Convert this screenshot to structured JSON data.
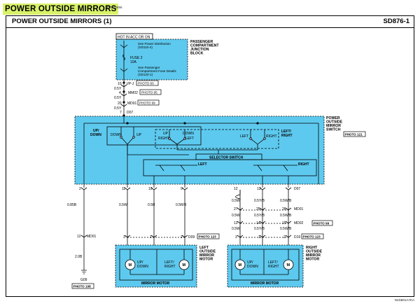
{
  "page_title": "POWER OUTSIDE MIRRORS",
  "doc_code": "E7ZC0886",
  "header": {
    "title": "POWER OUTSIDE MIRRORS (1)",
    "code": "SD876-1"
  },
  "footer_code": "N2SB01A7KA",
  "fuse_box": {
    "hot_label": "HOT IN ACC OR ON",
    "dist_note_1": "See Power Distribution",
    "dist_note_2": "(SD110-4)",
    "fuse_name": "FUSE 2",
    "fuse_rating": "10A",
    "detail_note_1": "See Passenger",
    "detail_note_2": "Compartment Fuse Details",
    "detail_note_3": "(SD120-1)",
    "title_1": "PASSENGER",
    "title_2": "COMPARTMENT",
    "title_3": "JUNCTION",
    "title_4": "BLOCK"
  },
  "feed": {
    "pin_ipj": "10",
    "conn_ipj": "I/P-J",
    "photo_ipj": "PHOTO 60",
    "wire_1": "0.5Y",
    "pin_mm02": "4",
    "conn_mm02": "MM02",
    "photo_mm02": "PHOTO 95",
    "wire_2": "0.5Y",
    "pin_md01": "20",
    "conn_md01": "MD01",
    "photo_md01": "PHOTO 99",
    "wire_3": "0.5Y",
    "pin_d07": "7",
    "conn_d07": "D07"
  },
  "switch": {
    "title_1": "POWER",
    "title_2": "OUTSIDE",
    "title_3": "MIRROR",
    "title_4": "SWITCH",
    "photo": "PHOTO 121",
    "updown_1": "UP/",
    "updown_2": "DOWN",
    "down": "DOWN",
    "up": "UP",
    "up2": "UP",
    "down2": "DOWN",
    "right_a": "RIGHT",
    "left_a": "LEFT",
    "left_b": "LEFT",
    "right_b": "RIGHT",
    "lr_1": "LEFT/",
    "lr_2": "RIGHT",
    "selector": "SELECTOR SWITCH",
    "sel_left": "LEFT",
    "sel_right": "RIGHT"
  },
  "switch_pins": {
    "p2": "2",
    "p11": "11",
    "p10": "10",
    "p9": "9",
    "p12": "12",
    "p13": "13",
    "conn": "D07"
  },
  "ground_path": {
    "wire": "0.85B",
    "pin": "12",
    "conn": "MD01",
    "wire2": "2.0B",
    "ground": "G09",
    "photo": "PHOTO 108"
  },
  "left_wires": {
    "w1": "0.5W",
    "w2": "0.5R",
    "w3": "0.5R/B",
    "pin_3": "3",
    "pin_1": "1",
    "pin_2": "2",
    "conn": "D09",
    "photo": "PHOTO 123"
  },
  "right_wires": {
    "w1a": "0.5W",
    "w2a": "0.5Y/B",
    "w3a": "0.5W/B",
    "pin_27": "27",
    "pin_25": "25",
    "pin_26": "26",
    "conn_md01": "MD01",
    "w1b": "0.5W",
    "w2b": "0.5Y/B",
    "w3b": "0.5W/B",
    "pin_13": "13",
    "pin_14": "14",
    "pin_15": "15",
    "conn_md02": "MD02",
    "photo_md02": "PHOTO 99",
    "w1c": "0.5W",
    "w2c": "0.5Y/B",
    "w3c": "0.5W/B",
    "pin_3": "3",
    "pin_1": "1",
    "pin_2": "2",
    "conn_d19": "D19",
    "photo_d19": "PHOTO 123"
  },
  "left_motor": {
    "title_1": "LEFT",
    "title_2": "OUTSIDE",
    "title_3": "MIRROR",
    "title_4": "MOTOR",
    "m1": "M",
    "m2": "M",
    "ud_1": "UP/",
    "ud_2": "DOWN",
    "lr_1": "LEFT/",
    "lr_2": "RIGHT",
    "label": "MIRROR MOTOR"
  },
  "right_motor": {
    "title_1": "RIGHT",
    "title_2": "OUTSIDE",
    "title_3": "MIRROR",
    "title_4": "MOTOR",
    "m1": "M",
    "m2": "M",
    "ud_1": "UP/",
    "ud_2": "DOWN",
    "lr_1": "LEFT/",
    "lr_2": "RIGHT",
    "label": "MIRROR MOTOR"
  },
  "colors": {
    "component_fill": "#5ec9ee",
    "title_highlight": "#d8f26a",
    "line": "#000000"
  }
}
